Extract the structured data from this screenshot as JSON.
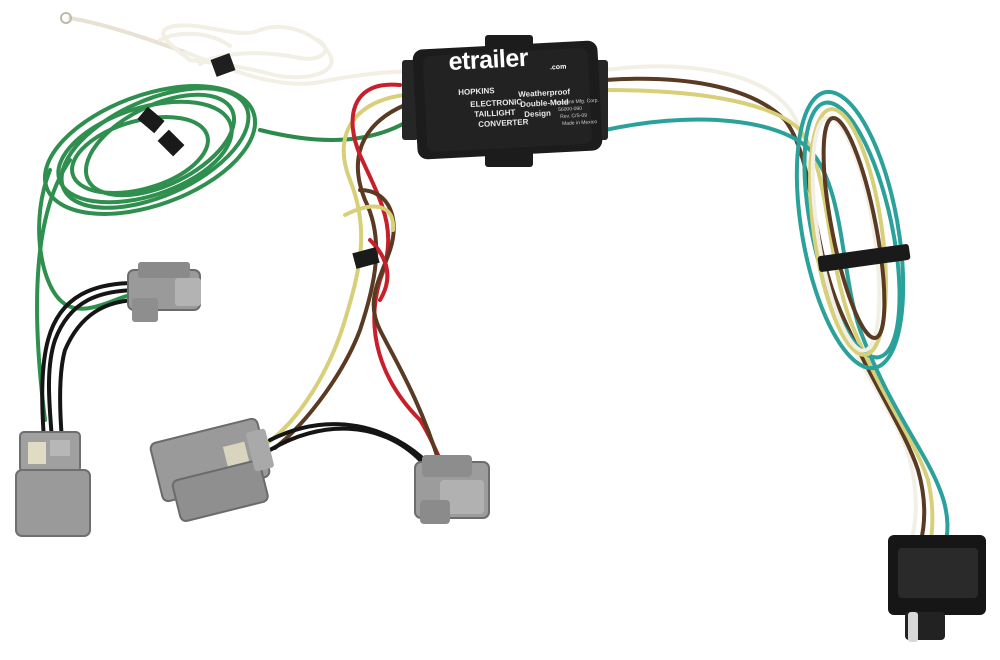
{
  "image": {
    "subject": "wiring-harness-with-taillight-converter"
  },
  "converter": {
    "brand_main": "etrailer",
    "brand_suffix": ".com",
    "maker": "HOPKINS",
    "line1": "ELECTRONIC",
    "line2": "TAILLIGHT",
    "line3": "CONVERTER",
    "feature1": "Weatherproof",
    "feature2": "Double-Mold",
    "feature3": "Design",
    "fine1": "Hopkins Mfg. Corp.",
    "fine2": "56000-090",
    "fine3": "Rev. C/S-09",
    "fine4": "Made in Mexico"
  },
  "colors": {
    "background": "#ffffff",
    "module_body": "#1c1c1c",
    "connector_grey": "#9a9a9a",
    "wire_green": "#2f8f4f",
    "wire_white": "#f2efe4",
    "wire_yellow": "#d8cf79",
    "wire_brown": "#5a3a22",
    "wire_red": "#c8202a",
    "wire_teal": "#2aa19a",
    "wire_black": "#151515"
  }
}
